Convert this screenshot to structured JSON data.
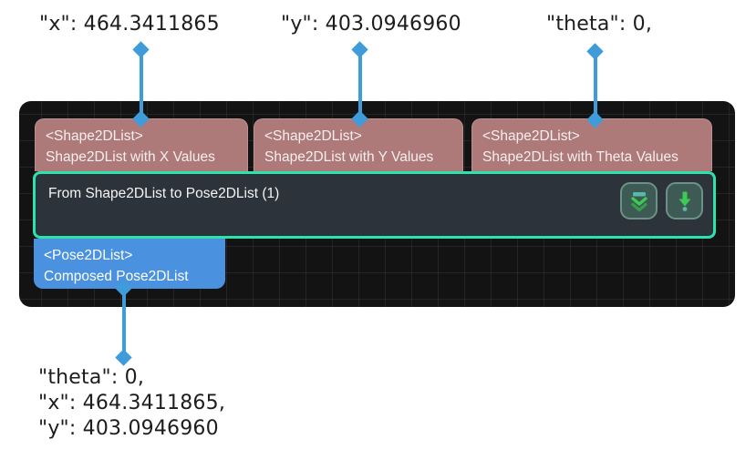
{
  "annotations": {
    "top": [
      {
        "text": "\"x\": 464.3411865"
      },
      {
        "text": "\"y\": 403.0946960"
      },
      {
        "text": "\"theta\": 0,"
      }
    ],
    "bottom": {
      "lines": [
        "\"theta\": 0,",
        "\"x\": 464.3411865,",
        "\"y\": 403.0946960"
      ]
    }
  },
  "node": {
    "title": "From Shape2DList to Pose2DList (1)",
    "inputs": [
      {
        "type": "<Shape2DList>",
        "label": "Shape2DList with X Values"
      },
      {
        "type": "<Shape2DList>",
        "label": "Shape2DList with Y Values"
      },
      {
        "type": "<Shape2DList>",
        "label": "Shape2DList with Theta Values"
      }
    ],
    "output": {
      "type": "<Pose2DList>",
      "label": "Composed Pose2DList"
    }
  },
  "colors": {
    "marker_blue": "#3f9cdb",
    "output_blue": "#4a91e0",
    "input_rose": "#ae7979",
    "node_border_teal": "#2be3ab",
    "node_body": "#2d333a",
    "canvas_bg": "#131313",
    "button_green": "#3ecb54",
    "button_teal": "#57b9a8"
  }
}
